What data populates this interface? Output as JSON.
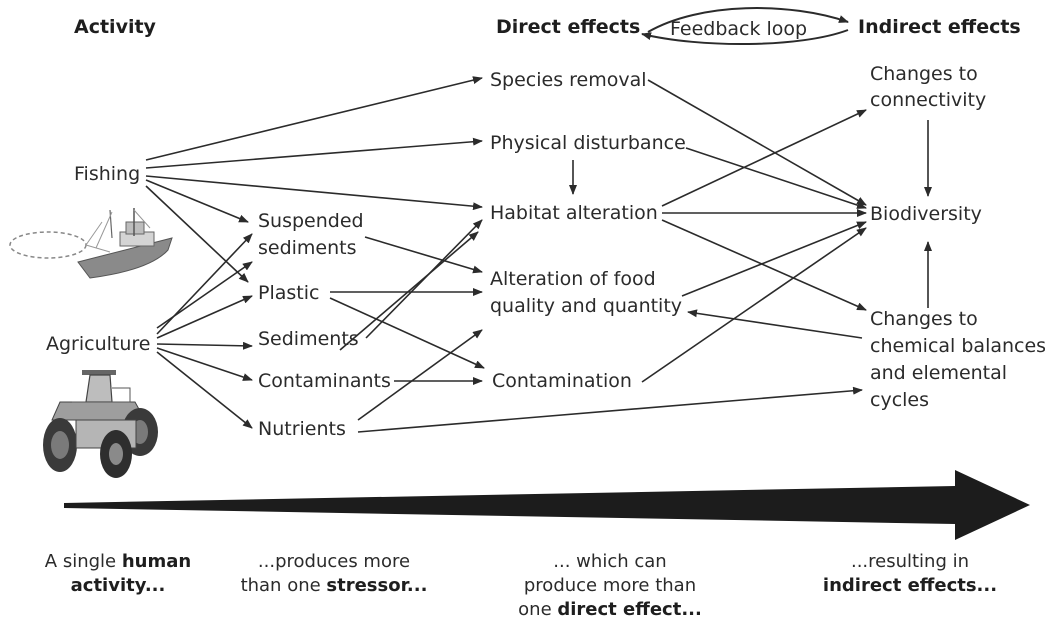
{
  "headers": {
    "activity": "Activity",
    "direct": "Direct effects",
    "feedback": "Feedback loop",
    "indirect": "Indirect effects"
  },
  "activities": {
    "fishing": "Fishing",
    "agriculture": "Agriculture"
  },
  "stressors": {
    "suspended_1": "Suspended",
    "suspended_2": "sediments",
    "plastic": "Plastic",
    "sediments": "Sediments",
    "contaminants": "Contaminants",
    "nutrients": "Nutrients"
  },
  "direct_effects": {
    "species_removal": "Species removal",
    "physical_disturbance": "Physical disturbance",
    "habitat_alteration": "Habitat alteration",
    "food_1": "Alteration of food",
    "food_2": "quality and quantity",
    "contamination": "Contamination"
  },
  "indirect_effects": {
    "connectivity_1": "Changes to",
    "connectivity_2": "connectivity",
    "biodiversity": "Biodiversity",
    "chemical_1": "Changes to",
    "chemical_2": "chemical balances",
    "chemical_3": "and elemental",
    "chemical_4": "cycles"
  },
  "captions": {
    "c1_a": "A single ",
    "c1_b": "human",
    "c1_c": "activity...",
    "c2_a": "...produces more",
    "c2_b": "than one ",
    "c2_c": "stressor...",
    "c3_a": "... which can",
    "c3_b": "produce more than",
    "c3_c": "one ",
    "c3_d": "direct effect...",
    "c4_a": "...resulting in",
    "c4_b": "indirect effects..."
  }
}
